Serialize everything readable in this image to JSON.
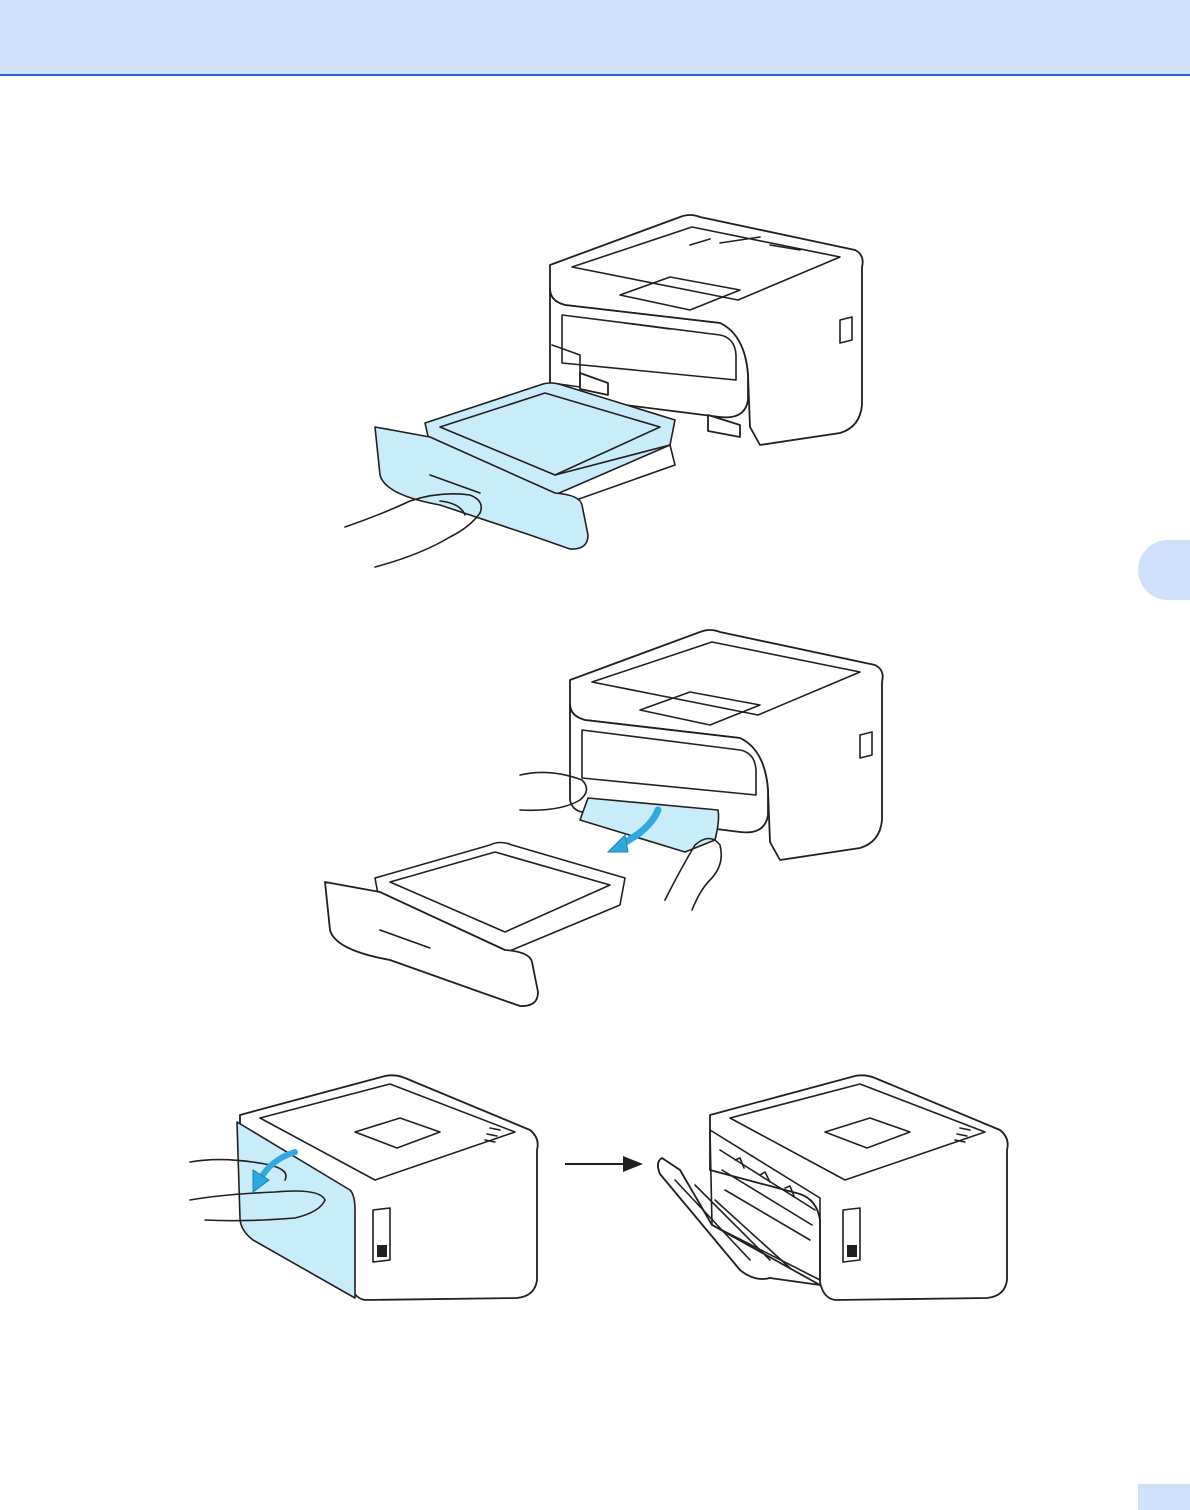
{
  "page": {
    "header_color": "#cfe0fa",
    "header_rule_color": "#2a66c8",
    "accent_blue": "#2fa9e0",
    "paper_blue": "#c9ecfa"
  },
  "illustrations": [
    {
      "name": "printer-pull-out-paper-tray",
      "icon": "printer-tray-removal-illustration"
    },
    {
      "name": "printer-remove-jammed-paper",
      "icon": "printer-jammed-paper-illustration"
    },
    {
      "name": "printer-open-back-cover-closed",
      "icon": "printer-back-cover-illustration"
    },
    {
      "name": "printer-back-cover-open",
      "icon": "printer-back-cover-open-illustration"
    }
  ]
}
